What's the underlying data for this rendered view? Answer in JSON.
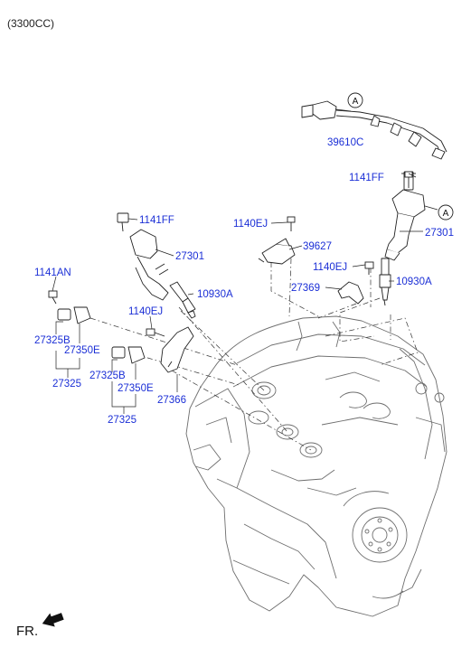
{
  "header": {
    "engine_spec": "(3300CC)"
  },
  "footer": {
    "direction_label": "FR."
  },
  "callouts": {
    "ref_a": "A"
  },
  "part_labels": {
    "harness": "39610C",
    "bolt_right_coil": "1141FF",
    "coil_right": "27301",
    "bolt_center": "1140EJ",
    "sensor_bracket": "39627",
    "bolt_right_bracket": "1140EJ",
    "plug_right": "10930A",
    "bracket_right": "27369",
    "bolt_left_coil": "1141FF",
    "coil_left": "27301",
    "bolt_far_left": "1141AN",
    "plug_left": "10930A",
    "bolt_left_bracket": "1140EJ",
    "condenser_a": "27325B",
    "condenser_bracket_a": "27350E",
    "condenser_assy_a": "27325",
    "condenser_b": "27325B",
    "condenser_bracket_b": "27350E",
    "condenser_assy_b": "27325",
    "bracket_left": "27366"
  },
  "colors": {
    "label_blue": "#1b2fd6",
    "line_dark": "#222222",
    "engine_gray": "#6e6e6e"
  }
}
